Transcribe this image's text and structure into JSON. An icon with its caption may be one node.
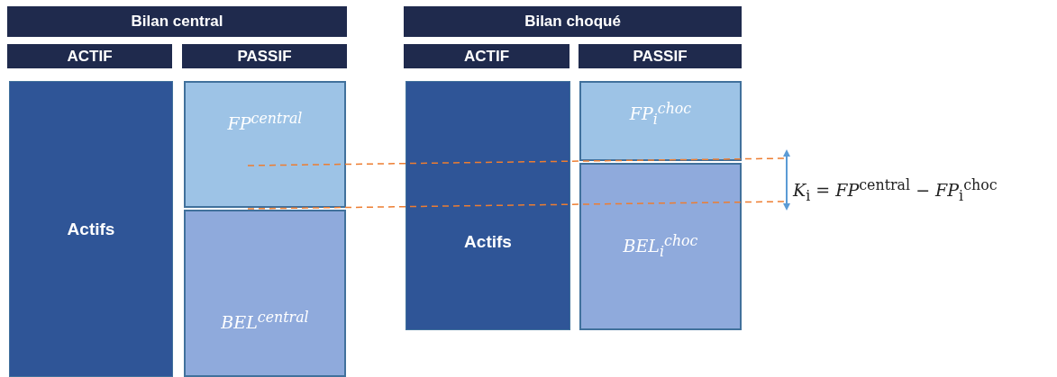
{
  "diagram": {
    "nodes": [
      {
        "text": [
          "Bilan central"
        ]
      },
      {
        "text": [
          "ACTIF"
        ]
      },
      {
        "text": [
          "PASSIF"
        ]
      },
      {
        "text": [
          "Actifs"
        ]
      },
      {
        "text": [
          "FP$^{central}$"
        ]
      },
      {
        "text": [
          "BEL$^{central}$"
        ]
      },
      {
        "text": [
          "Bilan choqué"
        ]
      },
      {
        "text": [
          "ACTIF"
        ]
      },
      {
        "text": [
          "PASSIF"
        ]
      },
      {
        "text": [
          "Actifs"
        ]
      },
      {
        "text": [
          "FP$_{i}$$^{choc}$"
        ]
      },
      {
        "text": [
          "BEL$_{i}$$^{choc}$"
        ]
      }
    ],
    "edges": [],
    "labels": [
      "*K*$_{i}$ = *FP*$^{central}$ − *FP*$_{i}$$^{choc}$"
    ]
  }
}
